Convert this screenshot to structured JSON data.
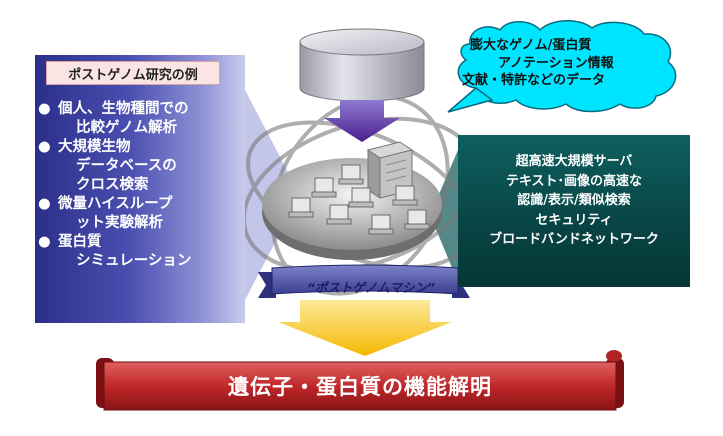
{
  "left_panel": {
    "title": "ポストゲノム研究の例",
    "items": [
      {
        "lines": [
          "個人、生物種間での",
          "比較ゲノム解析"
        ]
      },
      {
        "lines": [
          "大規模生物",
          "データベースの",
          "クロス検索"
        ]
      },
      {
        "lines": [
          "微量ハイスループ",
          "ット実験解析"
        ]
      },
      {
        "lines": [
          "蛋白質",
          "シミュレーション"
        ]
      }
    ]
  },
  "cloud": {
    "lines": [
      "膨大なゲノム/蛋白質",
      "アノテーション情報",
      "文献・特許などのデータ"
    ]
  },
  "right_panel": {
    "lines": [
      "超高速大規模サーバ",
      "テキスト･画像の高速な",
      "認識/表示/類似検索",
      "セキュリティ",
      "ブロードバンドネットワーク"
    ]
  },
  "ribbon": {
    "label": "“ポストゲノムマシン”"
  },
  "banner": {
    "label": "遺伝子・蛋白質の機能解明"
  },
  "icons": {
    "bullet": "●",
    "database": "database-cylinder-icon",
    "server": "server-rack-icon",
    "computer": "computer-icon"
  },
  "colors": {
    "left_panel": "#3a3f9f",
    "right_panel": "#0a4a4a",
    "cloud": "#00e5ff",
    "banner": "#c0282a",
    "arrow_purple": "#5b2fa0",
    "arrow_yellow": "#f7c21a"
  }
}
